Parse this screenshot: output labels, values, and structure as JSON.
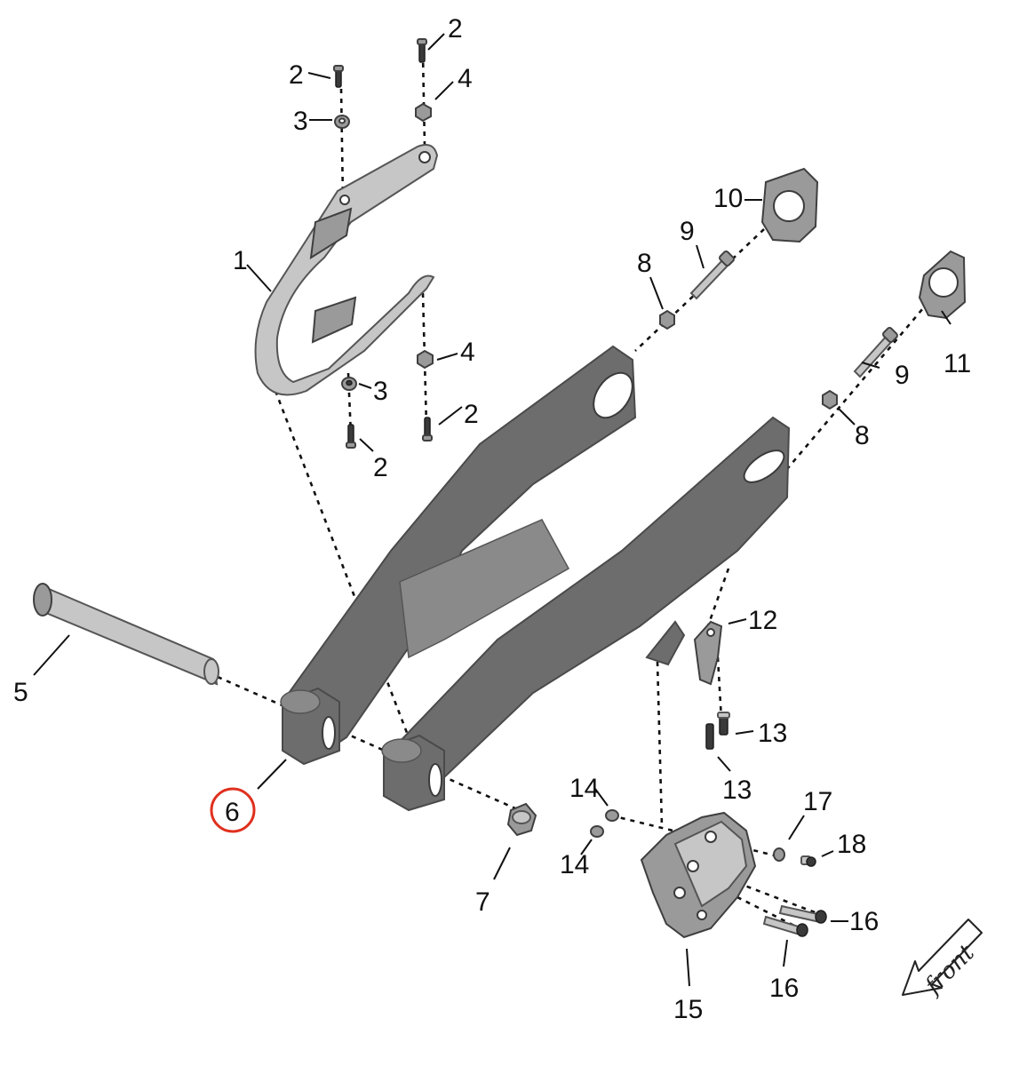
{
  "callouts": [
    {
      "id": "c1",
      "text": "1"
    },
    {
      "id": "c2a",
      "text": "2"
    },
    {
      "id": "c2b",
      "text": "2"
    },
    {
      "id": "c2c",
      "text": "2"
    },
    {
      "id": "c2d",
      "text": "2"
    },
    {
      "id": "c3a",
      "text": "3"
    },
    {
      "id": "c3b",
      "text": "3"
    },
    {
      "id": "c4a",
      "text": "4"
    },
    {
      "id": "c4b",
      "text": "4"
    },
    {
      "id": "c5",
      "text": "5"
    },
    {
      "id": "c6",
      "text": "6"
    },
    {
      "id": "c7",
      "text": "7"
    },
    {
      "id": "c8a",
      "text": "8"
    },
    {
      "id": "c8b",
      "text": "8"
    },
    {
      "id": "c9a",
      "text": "9"
    },
    {
      "id": "c9b",
      "text": "9"
    },
    {
      "id": "c10",
      "text": "10"
    },
    {
      "id": "c11",
      "text": "11"
    },
    {
      "id": "c12",
      "text": "12"
    },
    {
      "id": "c13a",
      "text": "13"
    },
    {
      "id": "c13b",
      "text": "13"
    },
    {
      "id": "c14a",
      "text": "14"
    },
    {
      "id": "c14b",
      "text": "14"
    },
    {
      "id": "c15",
      "text": "15"
    },
    {
      "id": "c16a",
      "text": "16"
    },
    {
      "id": "c16b",
      "text": "16"
    },
    {
      "id": "c17",
      "text": "17"
    },
    {
      "id": "c18",
      "text": "18"
    }
  ],
  "highlight": {
    "part": "6",
    "color": "#e0301e"
  },
  "direction": {
    "label": "front",
    "icon": "front-arrow-icon"
  },
  "colors": {
    "part_body": "#6d6d6d",
    "line": "#111111"
  }
}
